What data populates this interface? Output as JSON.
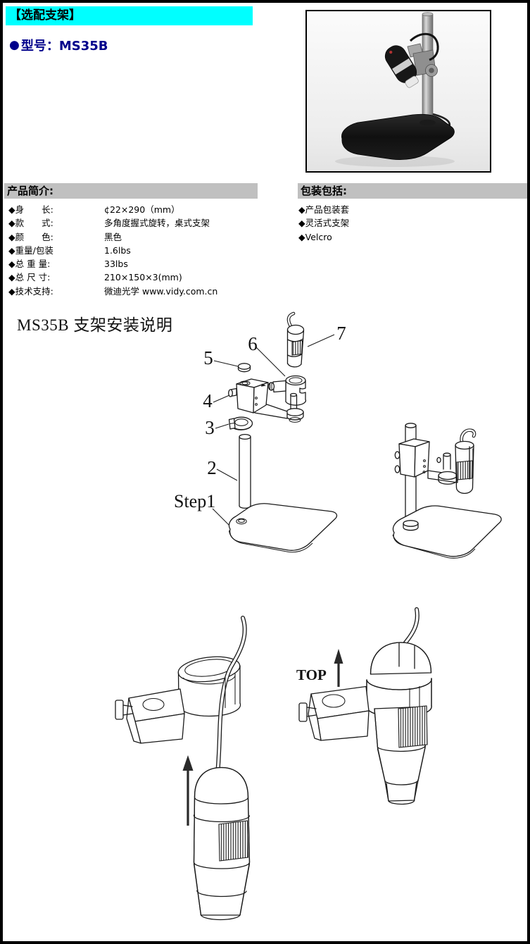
{
  "header": {
    "section_title": "【选配支架】",
    "model": "型号：MS35B"
  },
  "icons": {
    "bullet": "●",
    "diamond": "◆"
  },
  "product_intro": {
    "header": "产品简介:",
    "specs": [
      {
        "label": "身　　长:",
        "value": "¢22×290（mm）"
      },
      {
        "label": "款　　式:",
        "value": "多角度握式旋转，桌式支架"
      },
      {
        "label": "颜　　色:",
        "value": "黑色"
      },
      {
        "label": "重量/包装",
        "value": "1.6lbs"
      },
      {
        "label": "总 重 量:",
        "value": "33lbs"
      },
      {
        "label": "总 尺 寸:",
        "value": "210×150×3(mm)"
      },
      {
        "label": "技术支持:",
        "value": "微迪光学 www.vidy.com.cn"
      }
    ]
  },
  "package": {
    "header": "包装包括:",
    "items": [
      {
        "text": "产品包装套"
      },
      {
        "text": "灵活式支架"
      },
      {
        "text": "Velcro"
      }
    ]
  },
  "installation": {
    "title": "MS35B 支架安装说明",
    "part_labels": {
      "p2": "2",
      "p3": "3",
      "p4": "4",
      "p5": "5",
      "p6": "6",
      "p7": "7",
      "step1": "Step1",
      "top": "TOP"
    }
  },
  "colors": {
    "header_bg": "#00ffff",
    "model_text": "#00008b",
    "bar_bg": "#c0c0c0"
  }
}
